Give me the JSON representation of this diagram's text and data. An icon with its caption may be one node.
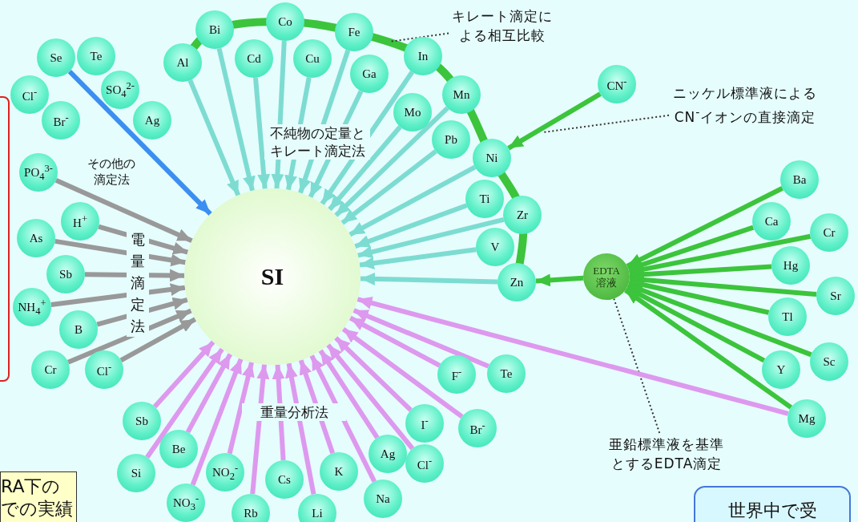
{
  "diagram": {
    "nodes": [
      {
        "text": [
          "SI"
        ]
      },
      {
        "text": [
          "Al"
        ]
      },
      {
        "text": [
          "Bi"
        ]
      },
      {
        "text": [
          "Cd"
        ]
      },
      {
        "text": [
          "Co"
        ]
      },
      {
        "text": [
          "Cu"
        ]
      },
      {
        "text": [
          "Fe"
        ]
      },
      {
        "text": [
          "Ga"
        ]
      },
      {
        "text": [
          "In"
        ]
      },
      {
        "text": [
          "Mo"
        ]
      },
      {
        "text": [
          "Mn"
        ]
      },
      {
        "text": [
          "Pb"
        ]
      },
      {
        "text": [
          "Ni"
        ]
      },
      {
        "text": [
          "Ti"
        ]
      },
      {
        "text": [
          "Zr"
        ]
      },
      {
        "text": [
          "V"
        ]
      },
      {
        "text": [
          "Zn"
        ]
      },
      {
        "text": [
          "キレート滴定による相互比較"
        ]
      },
      {
        "text": [
          "CN$^{-}$"
        ]
      },
      {
        "text": [
          "ニッケル標準液によるCN$^{-}$イオンの直接滴定"
        ]
      },
      {
        "text": [
          "EDTA溶液"
        ]
      },
      {
        "text": [
          "Ba"
        ]
      },
      {
        "text": [
          "Ca"
        ]
      },
      {
        "text": [
          "Cr"
        ]
      },
      {
        "text": [
          "Hg"
        ]
      },
      {
        "text": [
          "Sr"
        ]
      },
      {
        "text": [
          "Tl"
        ]
      },
      {
        "text": [
          "Sc"
        ]
      },
      {
        "text": [
          "Y"
        ]
      },
      {
        "text": [
          "Mg"
        ]
      },
      {
        "text": [
          "亜鉛標準液を基準とするEDTA滴定"
        ]
      },
      {
        "text": [
          "Se"
        ]
      },
      {
        "text": [
          "Cl$^{-}$"
        ]
      },
      {
        "text": [
          "Te"
        ]
      },
      {
        "text": [
          "Br$^{-}$"
        ]
      },
      {
        "text": [
          "SO$_{4}$$^{2-}$"
        ]
      },
      {
        "text": [
          "Ag"
        ]
      },
      {
        "text": [
          "PO$_{4}$$^{3-}$"
        ]
      },
      {
        "text": [
          "H$^{+}$"
        ]
      },
      {
        "text": [
          "As"
        ]
      },
      {
        "text": [
          "Sb"
        ]
      },
      {
        "text": [
          "NH$_{4}$$^{+}$"
        ]
      },
      {
        "text": [
          "B"
        ]
      },
      {
        "text": [
          "Cr"
        ]
      },
      {
        "text": [
          "Cl$^{-}$"
        ]
      },
      {
        "text": [
          "Sb"
        ]
      },
      {
        "text": [
          "Si"
        ]
      },
      {
        "text": [
          "Be"
        ]
      },
      {
        "text": [
          "NO$_{3}$$^{-}$"
        ]
      },
      {
        "text": [
          "NO$_{2}$$^{-}$"
        ]
      },
      {
        "text": [
          "Rb"
        ]
      },
      {
        "text": [
          "Cs"
        ]
      },
      {
        "text": [
          "Li"
        ]
      },
      {
        "text": [
          "K"
        ]
      },
      {
        "text": [
          "Ag"
        ]
      },
      {
        "text": [
          "Na"
        ]
      },
      {
        "text": [
          "Cl$^{-}$"
        ]
      },
      {
        "text": [
          "I$^{-}$"
        ]
      },
      {
        "text": [
          "Br$^{-}$"
        ]
      },
      {
        "text": [
          "F$^{-}$"
        ]
      },
      {
        "text": [
          "Te"
        ]
      },
      {
        "text": [
          "RA下のでの実績"
        ]
      },
      {
        "text": [
          "世界中で受"
        ]
      }
    ],
    "edges": [
      {
        "from": 1,
        "to": 0,
        "arrow": "to",
        "color": "#7ddcd2"
      },
      {
        "from": 2,
        "to": 0,
        "arrow": "to",
        "color": "#7ddcd2"
      },
      {
        "from": 3,
        "to": 0,
        "arrow": "to",
        "color": "#7ddcd2"
      },
      {
        "from": 4,
        "to": 0,
        "arrow": "to",
        "color": "#7ddcd2"
      },
      {
        "from": 5,
        "to": 0,
        "arrow": "to",
        "color": "#7ddcd2"
      },
      {
        "from": 6,
        "to": 0,
        "arrow": "to",
        "color": "#7ddcd2"
      },
      {
        "from": 7,
        "to": 0,
        "arrow": "to",
        "color": "#7ddcd2"
      },
      {
        "from": 8,
        "to": 0,
        "arrow": "to",
        "color": "#7ddcd2"
      },
      {
        "from": 9,
        "to": 0,
        "arrow": "to",
        "color": "#7ddcd2"
      },
      {
        "from": 10,
        "to": 0,
        "arrow": "to",
        "color": "#7ddcd2"
      },
      {
        "from": 11,
        "to": 0,
        "arrow": "to",
        "color": "#7ddcd2"
      },
      {
        "from": 12,
        "to": 0,
        "arrow": "to",
        "color": "#7ddcd2"
      },
      {
        "from": 13,
        "to": 0,
        "arrow": "to",
        "color": "#7ddcd2"
      },
      {
        "from": 14,
        "to": 0,
        "arrow": "to",
        "color": "#7ddcd2"
      },
      {
        "from": 15,
        "to": 0,
        "arrow": "to",
        "color": "#7ddcd2"
      },
      {
        "from": 16,
        "to": 0,
        "arrow": "to",
        "color": "#7ddcd2"
      },
      {
        "from": 17,
        "to": null,
        "arrow": "none",
        "style": "dashed",
        "color": "#333333"
      },
      {
        "from": 18,
        "to": 12,
        "arrow": "to",
        "color": "#3cc43c"
      },
      {
        "from": 19,
        "to": null,
        "arrow": "none",
        "style": "dashed",
        "color": "#333333"
      },
      {
        "from": 20,
        "to": 16,
        "arrow": "to",
        "color": "#3cc43c"
      },
      {
        "from": 21,
        "to": 20,
        "arrow": "to",
        "color": "#3cc43c"
      },
      {
        "from": 22,
        "to": 20,
        "arrow": "to",
        "color": "#3cc43c"
      },
      {
        "from": 23,
        "to": 20,
        "arrow": "to",
        "color": "#3cc43c"
      },
      {
        "from": 24,
        "to": 20,
        "arrow": "to",
        "color": "#3cc43c"
      },
      {
        "from": 25,
        "to": 20,
        "arrow": "to",
        "color": "#3cc43c"
      },
      {
        "from": 26,
        "to": 20,
        "arrow": "to",
        "color": "#3cc43c"
      },
      {
        "from": 27,
        "to": 20,
        "arrow": "to",
        "color": "#3cc43c"
      },
      {
        "from": 28,
        "to": 20,
        "arrow": "to",
        "color": "#3cc43c"
      },
      {
        "from": 29,
        "to": 20,
        "arrow": "to",
        "color": "#3cc43c"
      },
      {
        "from": 30,
        "to": 20,
        "arrow": "none",
        "style": "dashed",
        "color": "#333333"
      },
      {
        "from": 31,
        "to": 0,
        "arrow": "to",
        "color": "#3b8ff0"
      },
      {
        "from": 37,
        "to": 0,
        "arrow": "to",
        "color": "#999999"
      },
      {
        "from": 38,
        "to": 0,
        "arrow": "to",
        "color": "#999999"
      },
      {
        "from": 39,
        "to": 0,
        "arrow": "to",
        "color": "#999999"
      },
      {
        "from": 40,
        "to": 0,
        "arrow": "to",
        "color": "#999999"
      },
      {
        "from": 41,
        "to": 0,
        "arrow": "to",
        "color": "#999999"
      },
      {
        "from": 42,
        "to": 0,
        "arrow": "to",
        "color": "#999999"
      },
      {
        "from": 43,
        "to": 0,
        "arrow": "to",
        "color": "#999999"
      },
      {
        "from": 44,
        "to": 0,
        "arrow": "to",
        "color": "#999999"
      },
      {
        "from": 45,
        "to": 0,
        "arrow": "to"
      },
      {
        "from": 46,
        "to": 0,
        "arrow": "to"
      },
      {
        "from": 47,
        "to": 0,
        "arrow": "to"
      },
      {
        "from": 48,
        "to": 0,
        "arrow": "to"
      },
      {
        "from": 49,
        "to": 0,
        "arrow": "to"
      },
      {
        "from": 50,
        "to": 0,
        "arrow": "to"
      },
      {
        "from": 51,
        "to": 0,
        "arrow": "to"
      },
      {
        "from": 52,
        "to": 0,
        "arrow": "to"
      },
      {
        "from": 53,
        "to": 0,
        "arrow": "to"
      },
      {
        "from": 54,
        "to": 0,
        "arrow": "to"
      },
      {
        "from": 55,
        "to": 0,
        "arrow": "to"
      },
      {
        "from": 56,
        "to": 0,
        "arrow": "to"
      },
      {
        "from": 57,
        "to": 0,
        "arrow": "to"
      },
      {
        "from": 58,
        "to": 0,
        "arrow": "to"
      },
      {
        "from": 59,
        "to": 0,
        "arrow": "to"
      },
      {
        "from": 60,
        "to": 0,
        "arrow": "to"
      },
      {
        "from": 29,
        "to": 0,
        "arrow": "to"
      }
    ],
    "labels": [
      "その他の滴定法",
      "不純物の定量とキレート滴定法",
      "電量滴定法",
      "重量分析法"
    ]
  }
}
